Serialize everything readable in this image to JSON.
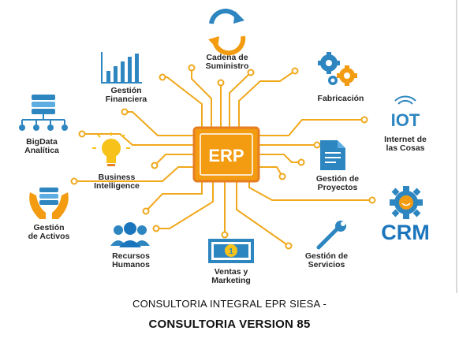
{
  "center": {
    "label": "ERP"
  },
  "modules": {
    "cadena": {
      "line1": "Cadena de",
      "line2": "Suministro",
      "icon": "cycle-arrows-icon"
    },
    "financiera": {
      "line1": "Gestión",
      "line2": "Financiera",
      "icon": "bar-chart-icon"
    },
    "fabricacion": {
      "line1": "Fabricación",
      "icon": "gears-icon"
    },
    "bigdata": {
      "line1": "BigData",
      "line2": "Analítica",
      "icon": "database-network-icon"
    },
    "iot": {
      "line1": "Internet de",
      "line2": "las Cosas",
      "icon": "iot-icon",
      "icon_text": "IOT"
    },
    "business": {
      "line1": "Business",
      "line2": "Intelligence",
      "icon": "lightbulb-icon"
    },
    "proyectos": {
      "line1": "Gestión de",
      "line2": "Proyectos",
      "icon": "document-icon"
    },
    "activos": {
      "line1": "Gestión",
      "line2": "de Activos",
      "icon": "hands-database-icon"
    },
    "crm": {
      "line1": "CRM",
      "icon": "crm-gear-icon"
    },
    "rrhh": {
      "line1": "Recursos",
      "line2": "Humanos",
      "icon": "people-icon"
    },
    "ventas": {
      "line1": "Ventas y",
      "line2": "Marketing",
      "icon": "banknote-icon",
      "icon_text": "1"
    },
    "servicios": {
      "line1": "Gestión de",
      "line2": "Servicios",
      "icon": "wrench-icon"
    }
  },
  "captions": {
    "line1": "CONSULTORIA INTEGRAL EPR SIESA -",
    "line2": "CONSULTORIA VERSION 85"
  },
  "colors": {
    "circuit": "#f0a81c",
    "chip": "#f39c12",
    "chip_border": "#e67e22",
    "icon_blue": "#2e86c1",
    "crm_blue": "#1b75bc",
    "bulb": "#f7c21a"
  }
}
